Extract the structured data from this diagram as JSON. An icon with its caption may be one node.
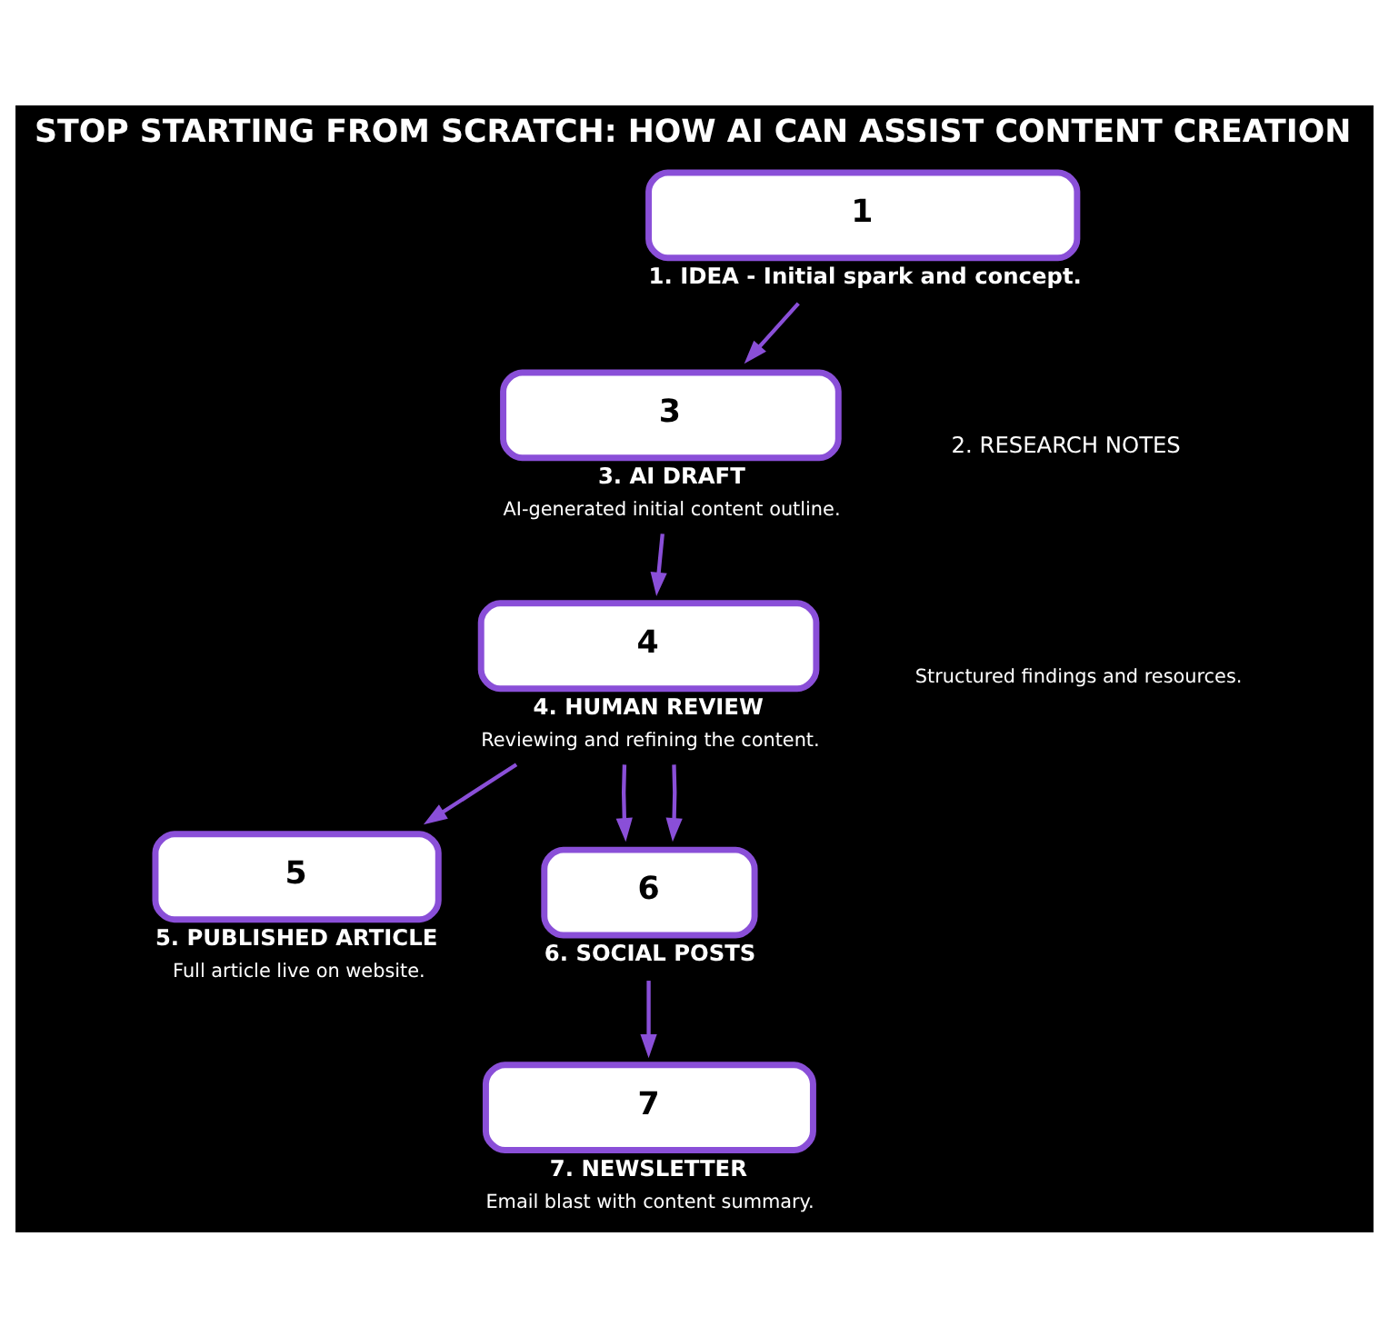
{
  "diagram": {
    "title": "STOP STARTING FROM SCRATCH: HOW AI CAN ASSIST CONTENT CREATION",
    "nodes": [
      {
        "text": [
          "1",
          "1. IDEA - Initial spark and concept."
        ]
      },
      {
        "text": [
          "3",
          "3. AI DRAFT",
          "AI-generated initial content outline."
        ]
      },
      {
        "text": [
          "4",
          "4. HUMAN REVIEW",
          "Reviewing and refining the content."
        ]
      },
      {
        "text": [
          "5",
          "5. PUBLISHED ARTICLE",
          "Full article live on website."
        ]
      },
      {
        "text": [
          "6",
          "6. SOCIAL POSTS"
        ]
      },
      {
        "text": [
          "7",
          "7. NEWSLETTER",
          "Email blast with content summary."
        ]
      }
    ],
    "edges": [
      {
        "from": 0,
        "to": 1,
        "arrow": "to"
      },
      {
        "from": 1,
        "to": 2,
        "arrow": "to"
      },
      {
        "from": 2,
        "to": 4,
        "arrow": "to"
      },
      {
        "from": 2,
        "to": 3,
        "arrow": "to"
      },
      {
        "from": 2,
        "to": 4,
        "arrow": "to"
      },
      {
        "from": 4,
        "to": 5,
        "arrow": "to"
      }
    ],
    "labels": [
      "2. RESEARCH NOTES",
      "Structured findings and resources."
    ]
  }
}
